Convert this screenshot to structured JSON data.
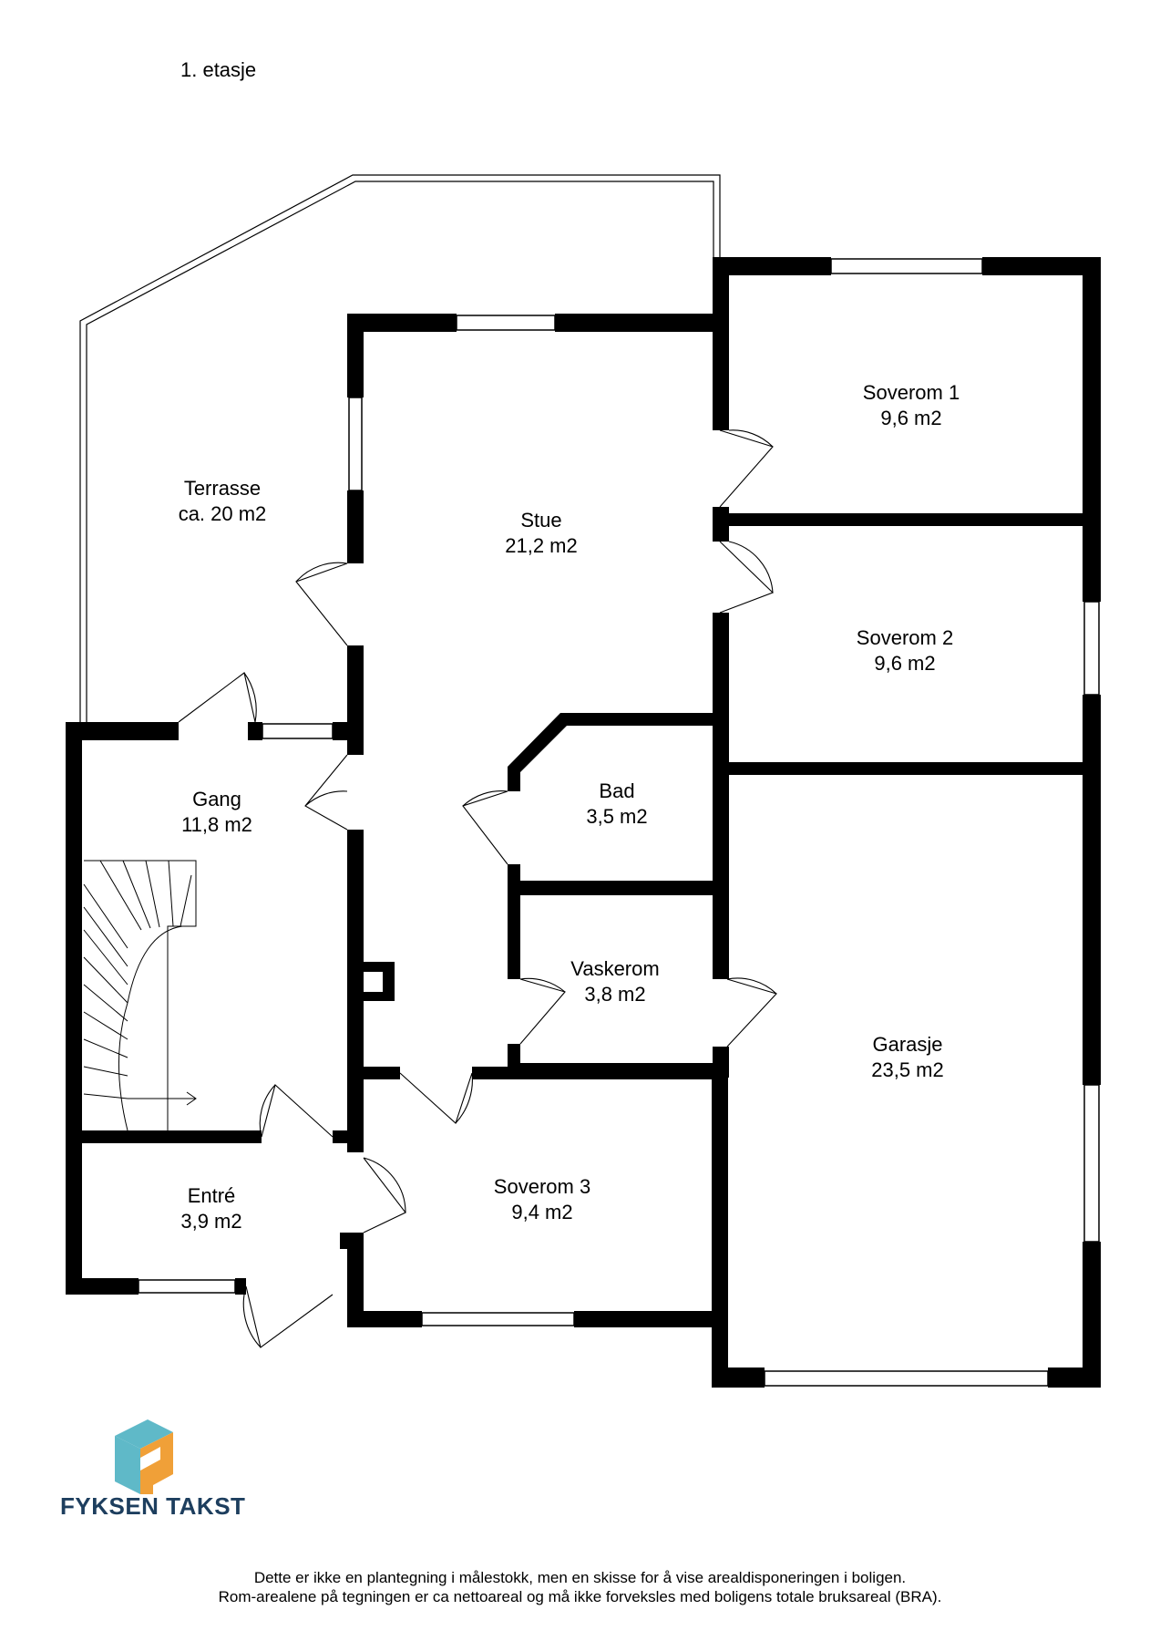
{
  "floor_title": "1. etasje",
  "rooms": {
    "terrasse": {
      "name": "Terrasse",
      "area": "ca. 20 m2"
    },
    "stue": {
      "name": "Stue",
      "area": "21,2 m2"
    },
    "soverom1": {
      "name": "Soverom 1",
      "area": "9,6 m2"
    },
    "soverom2": {
      "name": "Soverom 2",
      "area": "9,6 m2"
    },
    "gang": {
      "name": "Gang",
      "area": "11,8 m2"
    },
    "bad": {
      "name": "Bad",
      "area": "3,5 m2"
    },
    "vaskerom": {
      "name": "Vaskerom",
      "area": "3,8 m2"
    },
    "garasje": {
      "name": "Garasje",
      "area": "23,5 m2"
    },
    "entre": {
      "name": "Entré",
      "area": "3,9 m2"
    },
    "soverom3": {
      "name": "Soverom 3",
      "area": "9,4 m2"
    }
  },
  "brand": {
    "name": "FYKSEN TAKST",
    "colors": {
      "teal": "#5fb9c8",
      "orange": "#f0a038",
      "navy": "#1d3e5e"
    }
  },
  "disclaimer": {
    "line1": "Dette er ikke en plantegning i målestokk, men en skisse for å vise arealdisponeringen i boligen.",
    "line2": "Rom-arealene på tegningen er ca nettoareal og må ikke forveksles med boligens totale bruksareal (BRA)."
  }
}
